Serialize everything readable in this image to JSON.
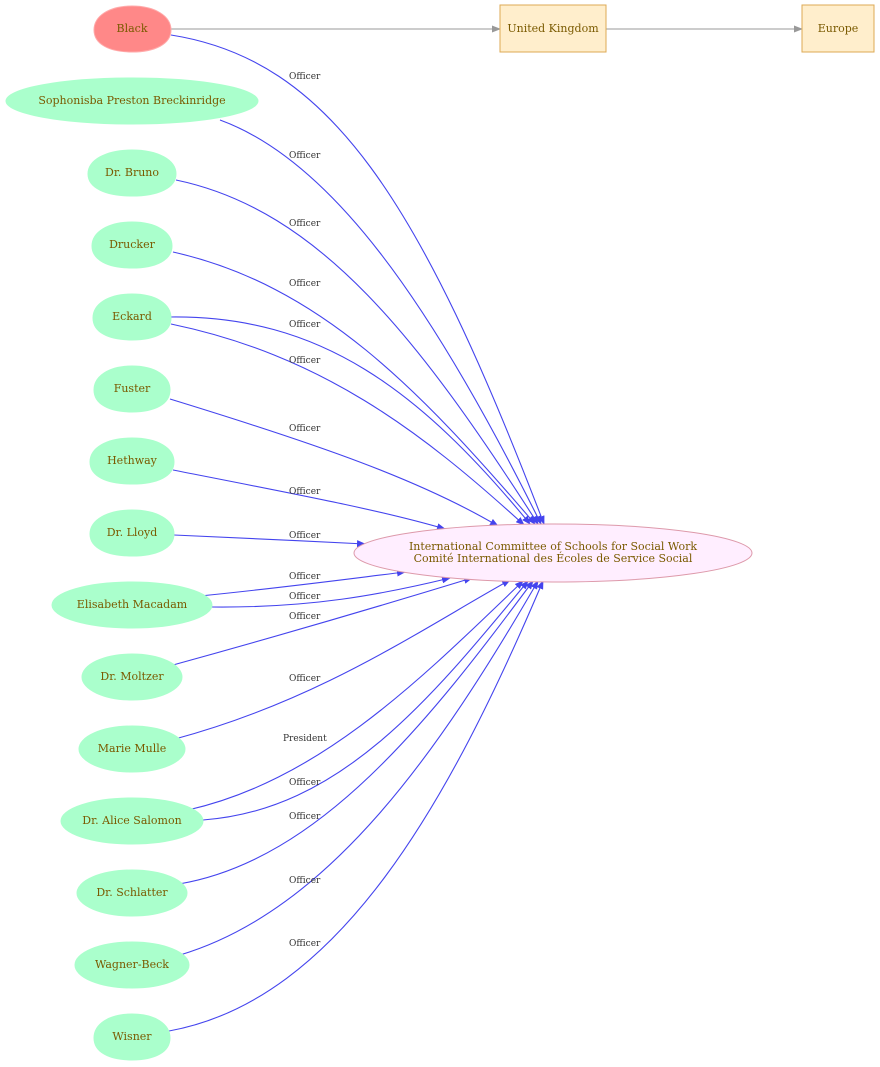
{
  "colors": {
    "person_fill": "#aaffcc",
    "highlight_fill": "#ff8888",
    "org_fill": "#ffeeff",
    "org_stroke": "#dd99aa",
    "place_fill": "#ffeecc",
    "place_stroke": "#ddaa55",
    "edge_blue": "#4444ee",
    "edge_grey": "#999999",
    "label_text": "#7a5a00"
  },
  "nodes": {
    "black": "Black",
    "breckinridge": "Sophonisba Preston Breckinridge",
    "bruno": "Dr. Bruno",
    "drucker": "Drucker",
    "eckard": "Eckard",
    "fuster": "Fuster",
    "hethway": "Hethway",
    "lloyd": "Dr. Lloyd",
    "macadam": "Elisabeth Macadam",
    "moltzer": "Dr. Moltzer",
    "mulle": "Marie Mulle",
    "salomon": "Dr. Alice Salomon",
    "schlatter": "Dr. Schlatter",
    "wagner_beck": "Wagner-Beck",
    "wisner": "Wisner",
    "uk": "United Kingdom",
    "europe": "Europe",
    "committee_line1": "International Committee of Schools for Social Work",
    "committee_line2": "Comité International des Écoles de Service Social"
  },
  "edge_labels": {
    "officer": "Officer",
    "president": "President"
  }
}
